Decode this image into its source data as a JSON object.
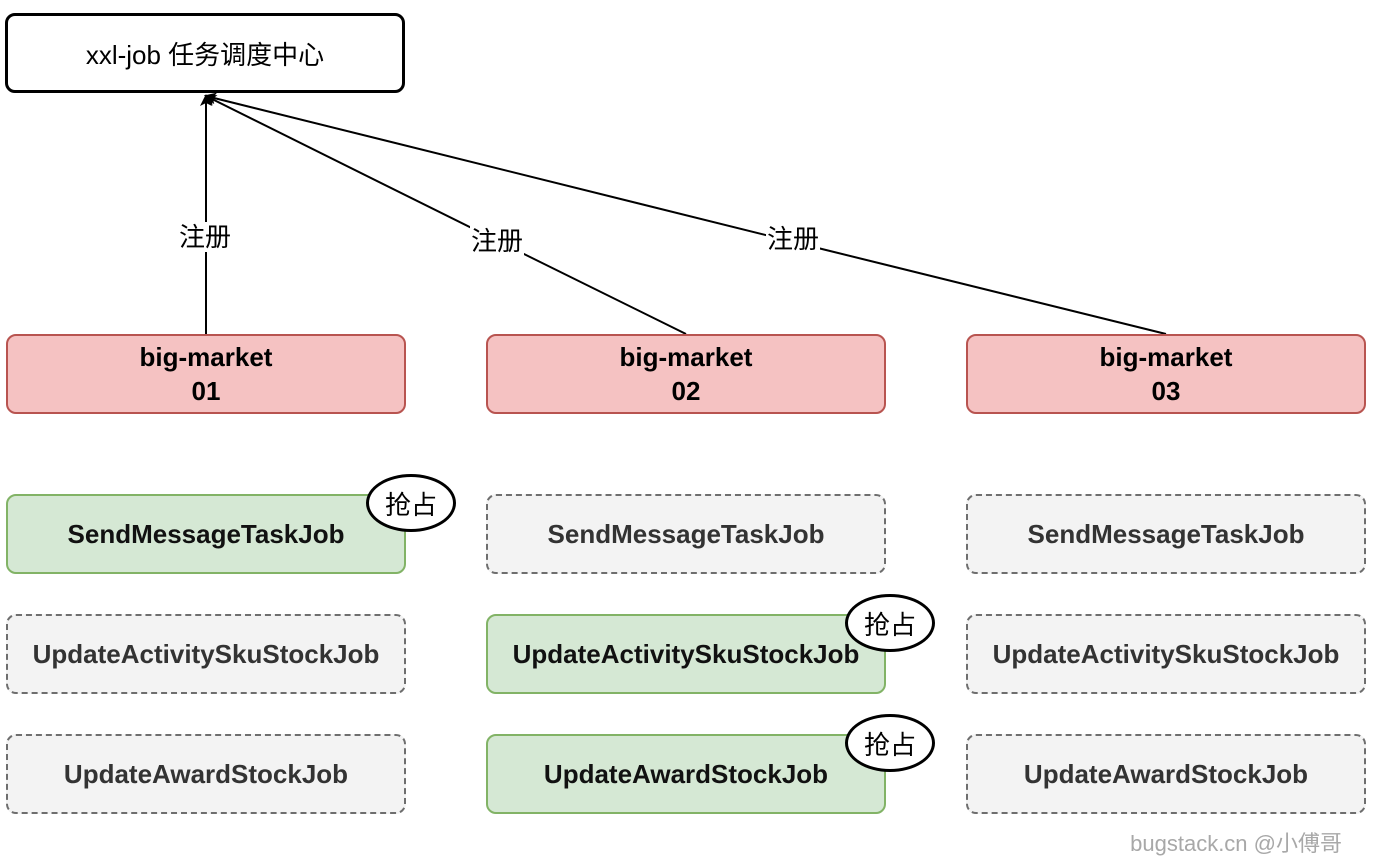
{
  "scheduler": {
    "label": "xxl-job 任务调度中心"
  },
  "edge_label": "注册",
  "nodes": [
    {
      "name": "big-market",
      "id": "01"
    },
    {
      "name": "big-market",
      "id": "02"
    },
    {
      "name": "big-market",
      "id": "03"
    }
  ],
  "jobs": {
    "send_message": "SendMessageTaskJob",
    "update_activity_sku": "UpdateActivitySkuStockJob",
    "update_award": "UpdateAwardStockJob"
  },
  "badge_label": "抢占",
  "watermark": "bugstack.cn @小傅哥",
  "colors": {
    "node_fill": "#f5c2c2",
    "node_border": "#b85450",
    "taken_fill": "#d5e8d4",
    "taken_border": "#82b366",
    "idle_fill": "#f3f3f3",
    "idle_border": "#6e6e6e"
  }
}
